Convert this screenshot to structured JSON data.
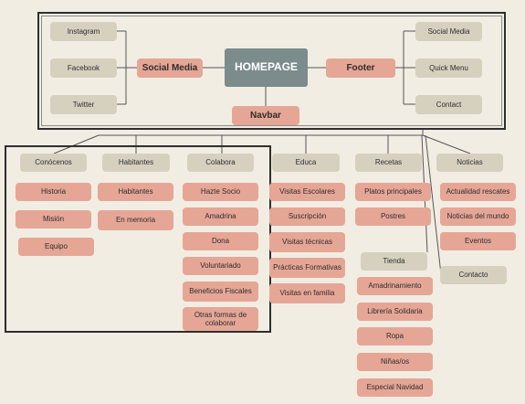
{
  "homepage": {
    "hub": "HOMEPAGE",
    "social_media": "Social Media",
    "footer": "Footer",
    "navbar": "Navbar",
    "social_items": [
      "Instagram",
      "Facebook",
      "Twitter"
    ],
    "footer_items": [
      "Social Media",
      "Quick Menu",
      "Contact"
    ]
  },
  "sections": {
    "conocenos": {
      "title": "Conócenos",
      "items": [
        "Historia",
        "Misión",
        "Equipo"
      ]
    },
    "habitantes": {
      "title": "Habitantes",
      "items": [
        "Habitantes",
        "En memoria"
      ]
    },
    "colabora": {
      "title": "Colabora",
      "items": [
        "Hazte Socio",
        "Amadrina",
        "Dona",
        "Voluntariado",
        "Beneficios Fiscales",
        "Otras formas de colaborar"
      ]
    },
    "educa": {
      "title": "Educa",
      "items": [
        "Visitas Escolares",
        "Suscripción",
        "Visitas técnicas",
        "Prácticas Formativas",
        "Visitas en familia"
      ]
    },
    "recetas": {
      "title": "Recetas",
      "items": [
        "Platos principales",
        "Postres"
      ]
    },
    "tienda": {
      "title": "Tienda",
      "items": [
        "Amadrinamiento",
        "Librería Solidaria",
        "Ropa",
        "Niñas/os",
        "Especial Navidad"
      ]
    },
    "noticias": {
      "title": "Noticias",
      "items": [
        "Actualidad rescates",
        "Noticias del mundo",
        "Eventos"
      ]
    },
    "contacto": {
      "title": "Contacto"
    }
  },
  "colors": {
    "grey_box": "#d6d1bf",
    "pink_box": "#e6a696",
    "hub_box": "#7c8b8c",
    "background": "#f1ede3"
  }
}
